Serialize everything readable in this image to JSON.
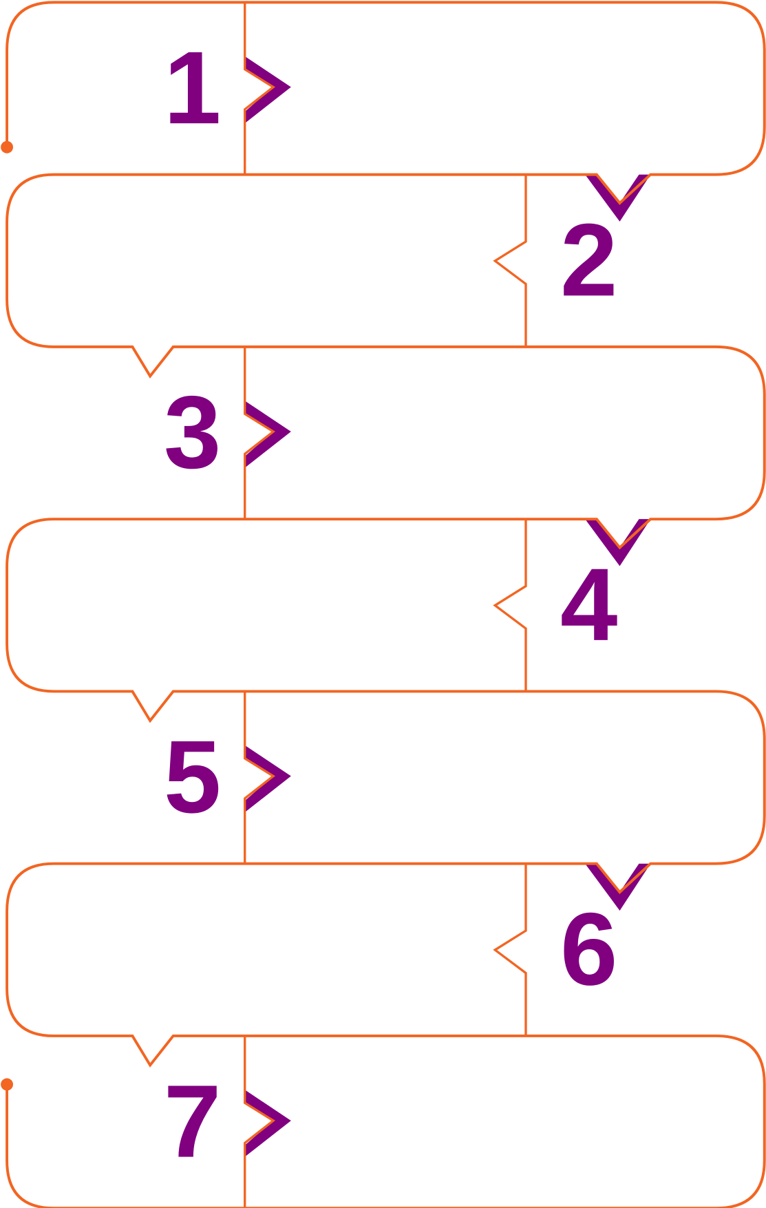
{
  "colors": {
    "line": "#F26522",
    "accent": "#800080",
    "background": "#FFFFFF"
  },
  "steps": [
    {
      "label": "1"
    },
    {
      "label": "2"
    },
    {
      "label": "3"
    },
    {
      "label": "4"
    },
    {
      "label": "5"
    },
    {
      "label": "6"
    },
    {
      "label": "7"
    }
  ]
}
